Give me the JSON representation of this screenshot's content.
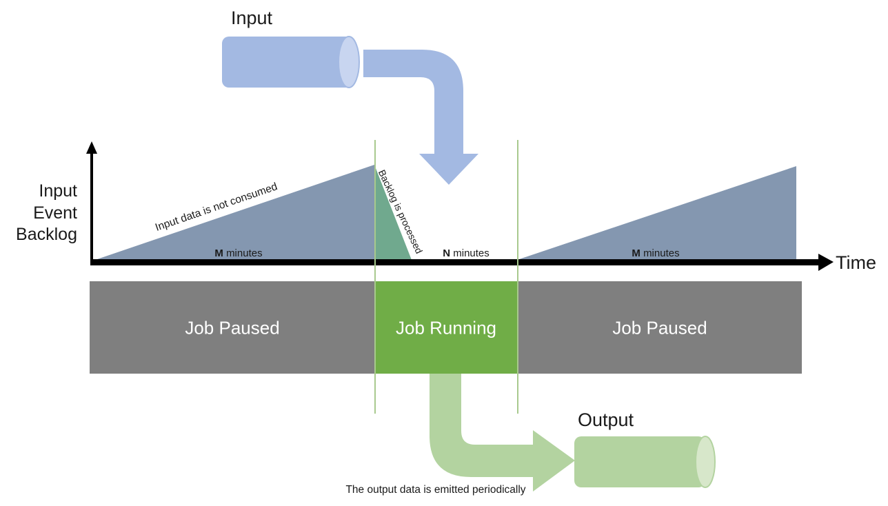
{
  "colors": {
    "input_blue": "#a3b9e2",
    "input_cylinder_end": "#c8d5f0",
    "backlog_triangle": "#8497b0",
    "processed_triangle": "#70a98e",
    "axis_black": "#000000",
    "paused_gray": "#7f7f7f",
    "running_green": "#70ad47",
    "output_green": "#b3d3a0",
    "output_cylinder_end": "#d7e7ca",
    "marker_green": "#a8c98e"
  },
  "input": {
    "title": "Input"
  },
  "output": {
    "title": "Output",
    "note": "The output data is emitted periodically"
  },
  "chart": {
    "y_axis_lines": [
      "Input",
      "Event",
      "Backlog"
    ],
    "x_axis_label": "Time",
    "annotations": {
      "rising": "Input data is not consumed",
      "falling": "Backlog is processed"
    },
    "durations": [
      {
        "bold": "M",
        "rest": " minutes"
      },
      {
        "bold": "N",
        "rest": " minutes"
      },
      {
        "bold": "M",
        "rest": " minutes"
      }
    ]
  },
  "timeline": {
    "segments": [
      {
        "label": "Job Paused",
        "state": "paused"
      },
      {
        "label": "Job Running",
        "state": "running"
      },
      {
        "label": "Job Paused",
        "state": "paused"
      }
    ]
  },
  "chart_data": {
    "type": "area",
    "title": "Input Event Backlog over Time",
    "xlabel": "Time",
    "ylabel": "Input Event Backlog",
    "series": [
      {
        "name": "backlog",
        "segments": [
          {
            "phase": "Job Paused",
            "duration": "M minutes",
            "trend": "rising",
            "annotation": "Input data is not consumed"
          },
          {
            "phase": "Job Running",
            "duration": "N minutes",
            "trend": "falling to zero",
            "annotation": "Backlog is processed"
          },
          {
            "phase": "Job Paused",
            "duration": "M minutes",
            "trend": "rising",
            "annotation": ""
          }
        ]
      }
    ],
    "legend": false,
    "grid": false
  }
}
